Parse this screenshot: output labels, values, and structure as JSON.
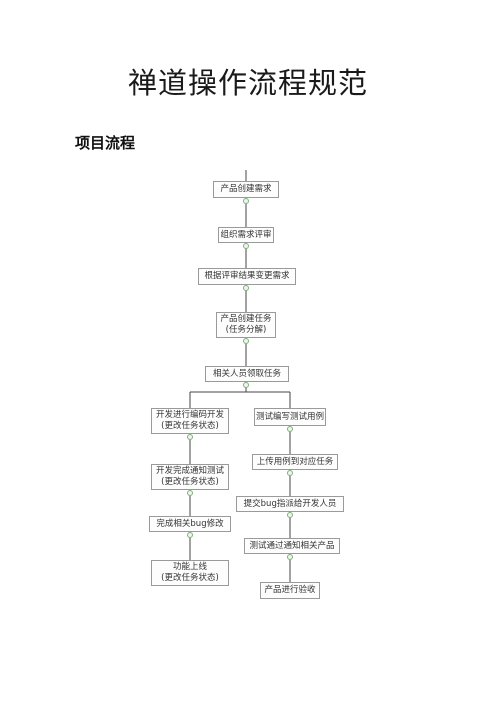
{
  "document": {
    "title": "禅道操作流程规范",
    "section_heading": "项目流程"
  },
  "flowchart": {
    "nodes": {
      "product_create_requirement": {
        "lines": [
          "产品创建需求"
        ]
      },
      "organize_review": {
        "lines": [
          "组织需求评审"
        ]
      },
      "change_by_review": {
        "lines": [
          "根据评审结果变更需求"
        ]
      },
      "product_create_task": {
        "lines": [
          "产品创建任务",
          "(任务分解)"
        ]
      },
      "claim_task": {
        "lines": [
          "相关人员领取任务"
        ]
      },
      "dev_coding": {
        "lines": [
          "开发进行编码开发",
          "(更改任务状态)"
        ]
      },
      "dev_notify_test": {
        "lines": [
          "开发完成通知测试",
          "(更改任务状态)"
        ]
      },
      "fix_bug": {
        "lines": [
          "完成相关bug修改"
        ]
      },
      "go_live": {
        "lines": [
          "功能上线",
          "(更改任务状态)"
        ]
      },
      "write_testcase": {
        "lines": [
          "测试编写测试用例"
        ]
      },
      "upload_testcase": {
        "lines": [
          "上传用例到对应任务"
        ]
      },
      "submit_bug": {
        "lines": [
          "提交bug指派给开发人员"
        ]
      },
      "test_pass_notify": {
        "lines": [
          "测试通过通知相关产品"
        ]
      },
      "product_acceptance": {
        "lines": [
          "产品进行验收"
        ]
      }
    }
  }
}
